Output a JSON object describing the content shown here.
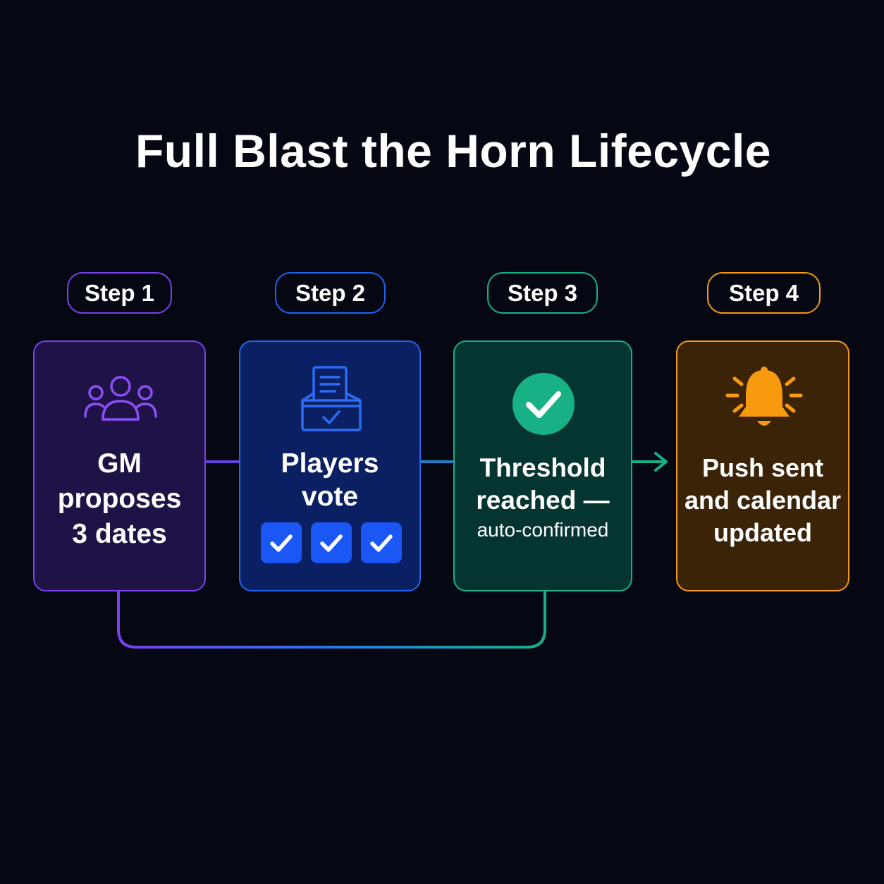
{
  "title": "Full Blast the Horn Lifecycle",
  "steps": [
    {
      "label": "Step 1",
      "text_lines": [
        "GM",
        "proposes",
        "3 dates"
      ],
      "icon": "users-group-icon",
      "color": "#7a42ea",
      "fill": "#1e1246"
    },
    {
      "label": "Step 2",
      "text_lines": [
        "Players",
        "vote"
      ],
      "icon": "ballot-box-icon",
      "color": "#2466f0",
      "fill": "#0a2063",
      "vote_checks": [
        "check-icon",
        "check-icon",
        "check-icon"
      ]
    },
    {
      "label": "Step 3",
      "text_lines": [
        "Threshold",
        "reached —"
      ],
      "subtext": "auto-confirmed",
      "icon": "check-circle-icon",
      "color": "#17b185",
      "fill": "#053530"
    },
    {
      "label": "Step 4",
      "text_lines": [
        "Push sent",
        "and calendar",
        "updated"
      ],
      "icon": "bell-ringing-icon",
      "color": "#f59a12",
      "fill": "#3b2308"
    }
  ],
  "background": "#050812"
}
